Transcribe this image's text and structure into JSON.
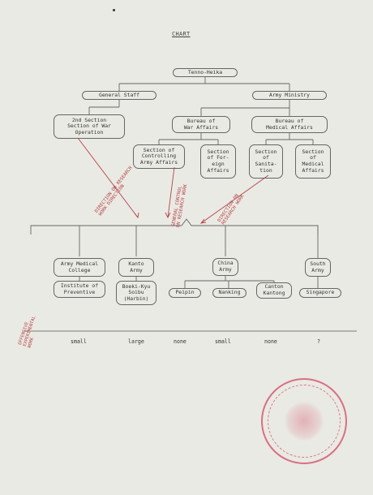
{
  "document": {
    "title": "CHART",
    "boxes": {
      "tenno_heika": "Tenno-Heika",
      "general_staff": "General Staff",
      "army_ministry": "Army Ministry",
      "second_section": "2nd Section\nSection of War\nOperation",
      "bureau_war": "Bureau of\nWar Affairs",
      "bureau_medical": "Bureau of\nMedical Affairs",
      "section_controlling": "Section of\nControlling\nArmy Affairs",
      "section_foreign": "Section\nof For-\neign\nAffairs",
      "section_sanitation": "Section\nof\nSanita-\ntion",
      "section_medical": "Section\nof\nMedical\nAffairs",
      "army_medical_college": "Army Medical\nCollege",
      "kanto_army": "Kanto\nArmy",
      "china_army": "China\nArmy",
      "south_army": "South\nArmy",
      "institute_preventive": "Institute of\nPreventive",
      "boeki_kyu": "Boeki-Kyu\nSoibu\n(Harbin)",
      "peipin": "Peipin",
      "nanking": "Nanking",
      "canton": "Canton\nKantong",
      "singapore": "Singapore"
    },
    "annotations": {
      "direction_on_research": "DIRECTION ON RESEARCH\nWORK DIRECTION",
      "general_control": "GENERAL CONTROL\nON RESEARCH WORK",
      "direction_medical": "DIRECTION ON\nRESEARCH WORK"
    },
    "side_label": "OFFENSIVE\nEXPERIMENTAL\nWORK",
    "values": [
      "small",
      "large",
      "none",
      "small",
      "none",
      "?"
    ]
  },
  "colors": {
    "ink": "#3a3a3a",
    "red_ink": "#b8424a",
    "stamp": "#d64664",
    "paper": "#e9eae3"
  },
  "stamp": {
    "icon": "red-circular-seal"
  }
}
